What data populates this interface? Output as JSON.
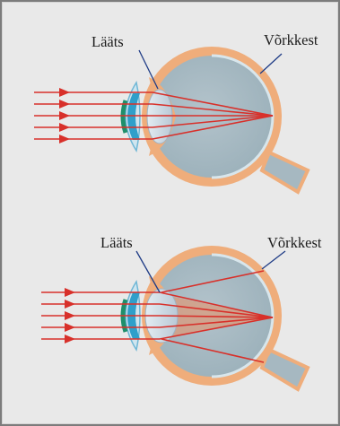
{
  "panels": [
    {
      "id": "top",
      "lens_label": "Lääts",
      "retina_label": "Võrkkest"
    },
    {
      "id": "bottom",
      "lens_label": "Lääts",
      "retina_label": "Võrkkest"
    }
  ],
  "colors": {
    "background": "#e9e9e9",
    "frame_border": "#7c7c7c",
    "sclera": "#efad7b",
    "eyeball_interior": "#a5b8c1",
    "lens": "#cfdbe6",
    "cornea_blue": "#2f9fca",
    "iris_green": "#1f8f6b",
    "ray_red": "#d8302a",
    "ray_fill": "#d99b7c",
    "optic_nerve": "#a6b8c1",
    "pointer_line": "#1f3c86"
  },
  "icons": {
    "ray_arrow": "arrow-right-icon"
  }
}
